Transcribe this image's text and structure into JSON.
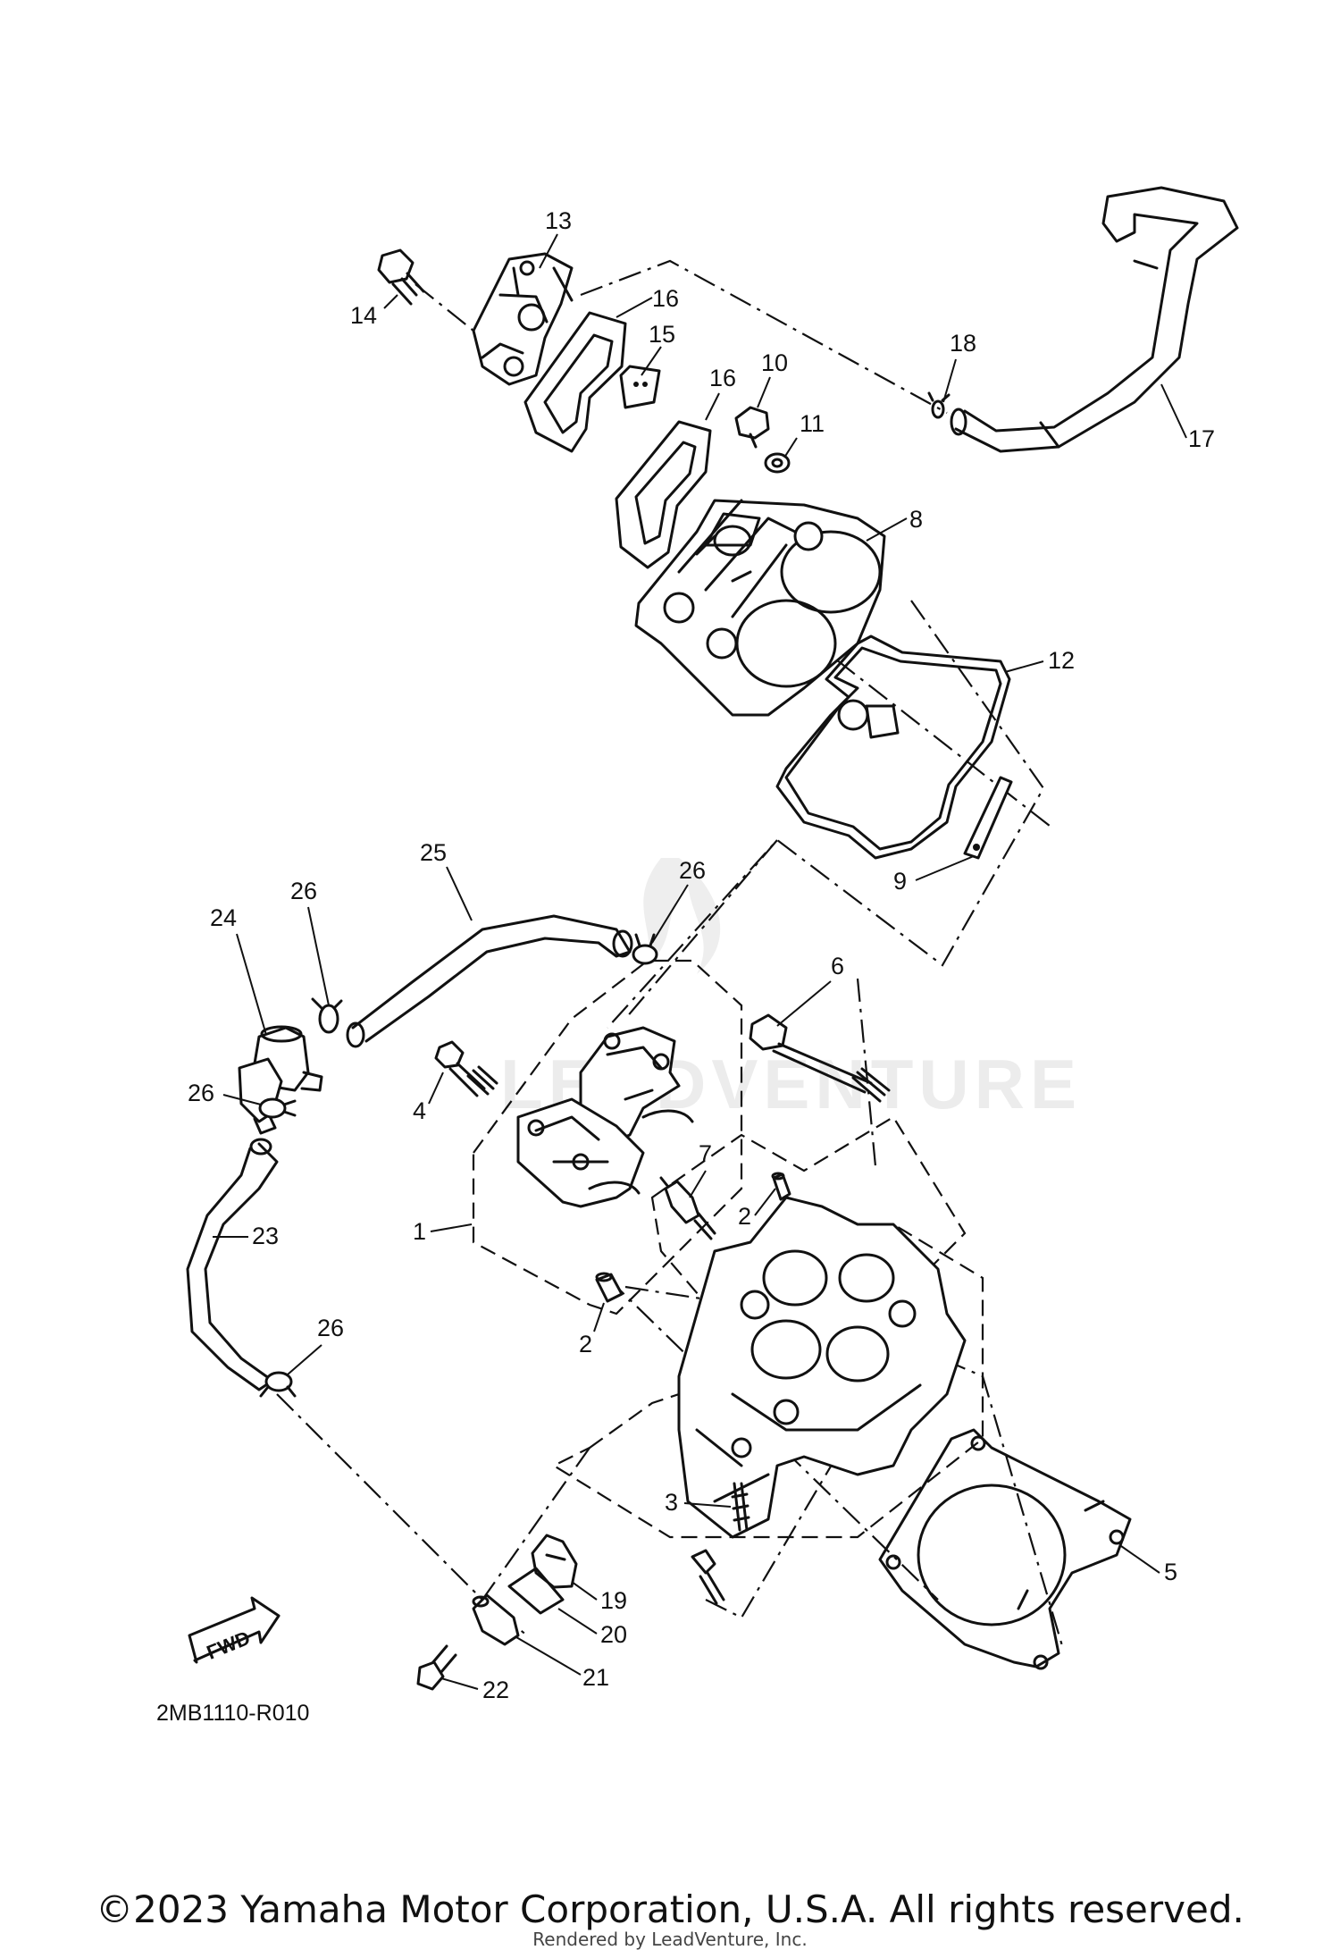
{
  "diagram": {
    "ref_code": "2MB1110-R010",
    "fwd_label": "FWD",
    "watermark": "LEADVENTURE",
    "callouts": [
      "1",
      "2",
      "2",
      "3",
      "4",
      "5",
      "6",
      "7",
      "8",
      "9",
      "10",
      "11",
      "12",
      "13",
      "14",
      "15",
      "16",
      "16",
      "17",
      "18",
      "19",
      "20",
      "21",
      "22",
      "23",
      "24",
      "25",
      "26",
      "26",
      "26",
      "26"
    ]
  },
  "footer": {
    "copyright": "©2023 Yamaha Motor Corporation, U.S.A. All rights reserved.",
    "rendered_by": "Rendered by LeadVenture, Inc."
  }
}
